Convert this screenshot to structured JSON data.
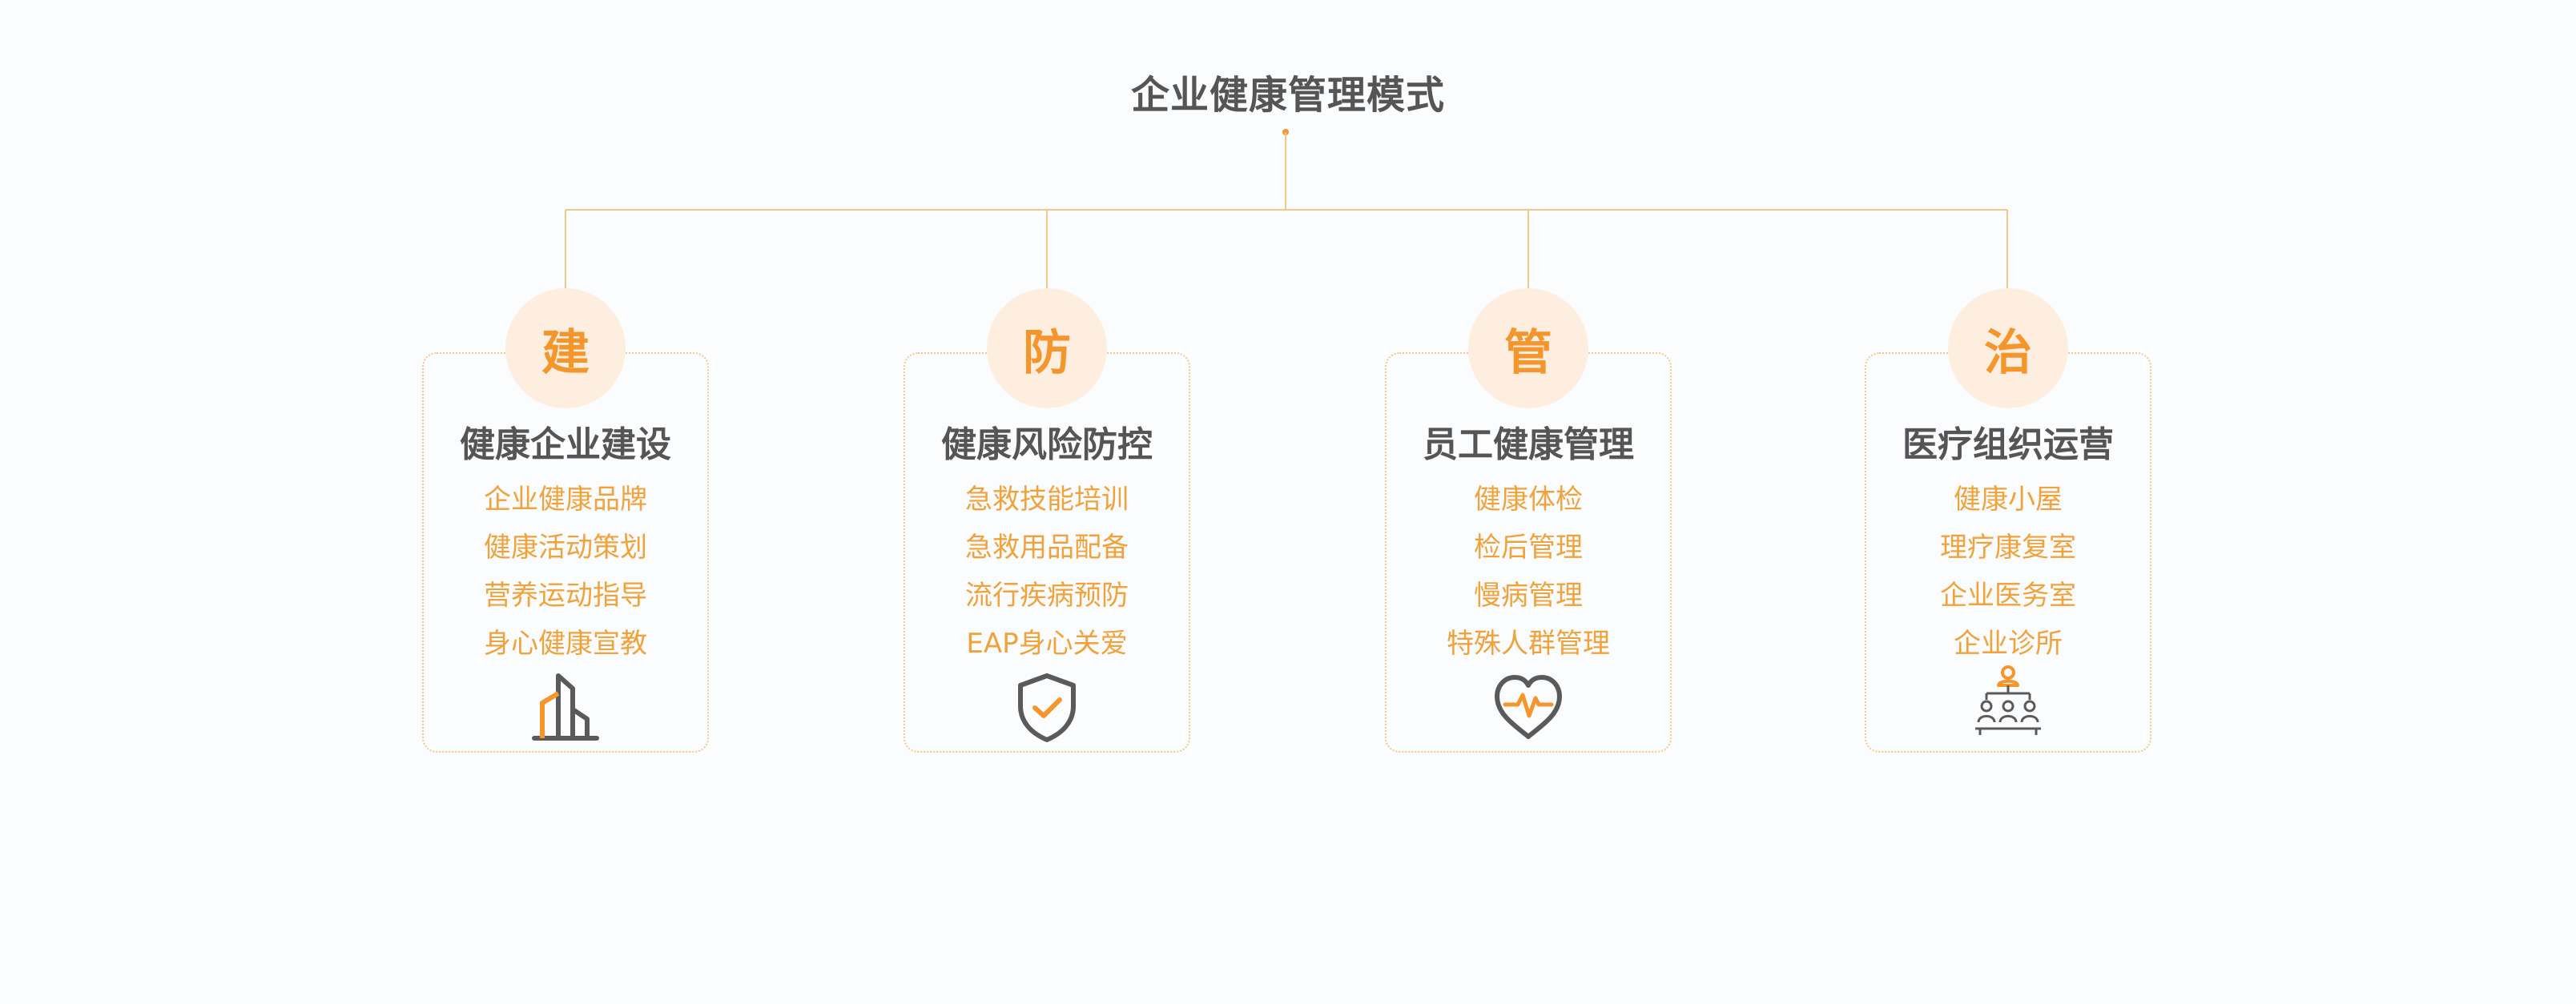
{
  "title": "企业健康管理模式",
  "colors": {
    "accent": "#f4962c",
    "accent_light": "#f2a23a",
    "badge_bg": "#fdeee0",
    "line": "#f3c98a",
    "text_dark": "#555555",
    "icon_gray": "#5a5a5a"
  },
  "cards": [
    {
      "badge": "建",
      "heading": "健康企业建设",
      "items": [
        "企业健康品牌",
        "健康活动策划",
        "营养运动指导",
        "身心健康宣教"
      ],
      "icon": "buildings-icon"
    },
    {
      "badge": "防",
      "heading": "健康风险防控",
      "items": [
        "急救技能培训",
        "急救用品配备",
        "流行疾病预防",
        "EAP身心关爱"
      ],
      "icon": "shield-check-icon"
    },
    {
      "badge": "管",
      "heading": "员工健康管理",
      "items": [
        "健康体检",
        "检后管理",
        "慢病管理",
        "特殊人群管理"
      ],
      "icon": "heart-pulse-icon"
    },
    {
      "badge": "治",
      "heading": "医疗组织运营",
      "items": [
        "健康小屋",
        "理疗康复室",
        "企业医务室",
        "企业诊所"
      ],
      "icon": "medical-team-icon"
    }
  ]
}
